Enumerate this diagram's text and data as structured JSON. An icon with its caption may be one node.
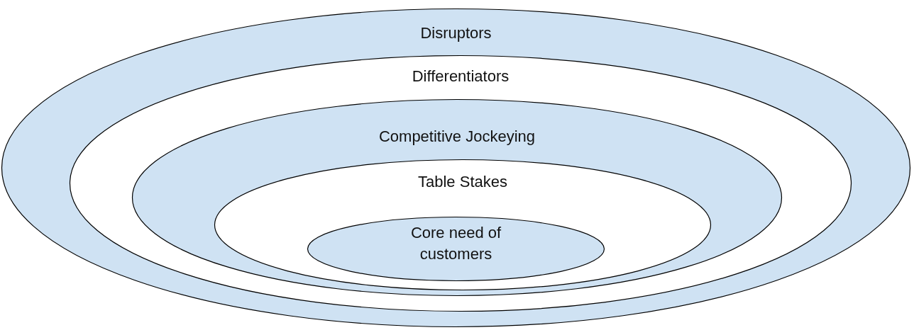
{
  "diagram": {
    "nodes": [
      {
        "text": [
          "Disruptors"
        ]
      },
      {
        "text": [
          "Differentiators"
        ],
        "in": 0
      },
      {
        "text": [
          "Competitive Jockeying"
        ],
        "in": 1
      },
      {
        "text": [
          "Table Stakes"
        ],
        "in": 2
      },
      {
        "text": [
          "Core need of customers"
        ],
        "in": 3
      }
    ]
  }
}
